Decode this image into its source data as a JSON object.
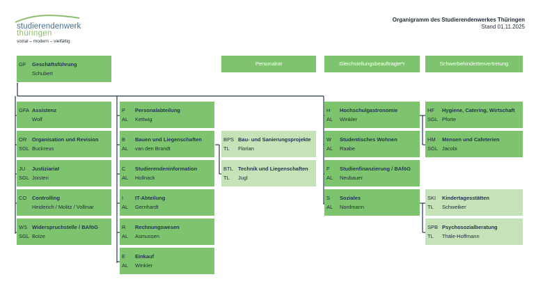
{
  "logo": {
    "main": "studierendenwerk",
    "sub": "thüringen",
    "tagline": "sozial – modern – vielfältig"
  },
  "title": {
    "heading": "Organigramm des Studierendenwerkes Thüringen",
    "date": "Stand 01.11.2025"
  },
  "headers": {
    "personalrat": "Personalrat",
    "gleichstellung": "Gleichstellungsbeauftragte*r",
    "schwerbehinderten": "Schwerbehindertenvertretung"
  },
  "gf": {
    "code": "GF",
    "name": "Geschäftsführung",
    "role": "",
    "person": "Schubert"
  },
  "col1": [
    {
      "code": "GFA",
      "name": "Assistenz",
      "role": "",
      "person": "Wolf"
    },
    {
      "code": "OR",
      "name": "Organisation und Revision",
      "role": "SGL",
      "person": "Buckreus"
    },
    {
      "code": "JU",
      "name": "Justiziariat",
      "role": "SGL",
      "person": "Joisten"
    },
    {
      "code": "CO",
      "name": "Controlling",
      "role": "",
      "person": "Heiderich / Molitz / Vollmar"
    },
    {
      "code": "WS",
      "name": "Widerspruchstelle / BAföG",
      "role": "SGL",
      "person": "Bolze"
    }
  ],
  "col2": [
    {
      "code": "P",
      "name": "Personalabteilung",
      "role": "AL",
      "person": "Kettwig"
    },
    {
      "code": "B",
      "name": "Bauen und Liegenschaften",
      "role": "AL",
      "person": "van den Brandt"
    },
    {
      "code": "C",
      "name": "Studierendeninformation",
      "role": "AL",
      "person": "Hollnack"
    },
    {
      "code": "I",
      "name": "IT-Abteilung",
      "role": "AL",
      "person": "Gernhardt"
    },
    {
      "code": "R",
      "name": "Rechnungswesen",
      "role": "AL",
      "person": "Asmussen"
    },
    {
      "code": "E",
      "name": "Einkauf",
      "role": "AL",
      "person": "Winkler"
    }
  ],
  "col3": [
    {
      "code": "BPS",
      "name": "Bau- und Sanierungsprojekte",
      "role": "TL",
      "person": "Florian"
    },
    {
      "code": "BTL",
      "name": "Technik und Liegenschaften",
      "role": "TL",
      "person": "Jugl"
    }
  ],
  "col4": [
    {
      "code": "H",
      "name": "Hochschulgastronomie",
      "role": "AL",
      "person": "Winkler"
    },
    {
      "code": "W",
      "name": "Studentisches Wohnen",
      "role": "AL",
      "person": "Raabe"
    },
    {
      "code": "F",
      "name": "Studienfinanzierung / BAföG",
      "role": "AL",
      "person": "Neubauer"
    },
    {
      "code": "S",
      "name": "Soziales",
      "role": "AL",
      "person": "Nordmann"
    }
  ],
  "col5": [
    {
      "code": "HF",
      "name": "Hygiene, Catering, Wirtschaft",
      "role": "SGL",
      "person": "Pforte"
    },
    {
      "code": "HM",
      "name": "Mensen und Cafeterien",
      "role": "SGL",
      "person": "Jacobi"
    },
    {
      "code": "SKI",
      "name": "Kindertagesstätten",
      "role": "TL",
      "person": "Schweiker"
    },
    {
      "code": "SPB",
      "name": "Psychosozialberatung",
      "role": "TL",
      "person": "Thäle-Hoffmann"
    }
  ]
}
